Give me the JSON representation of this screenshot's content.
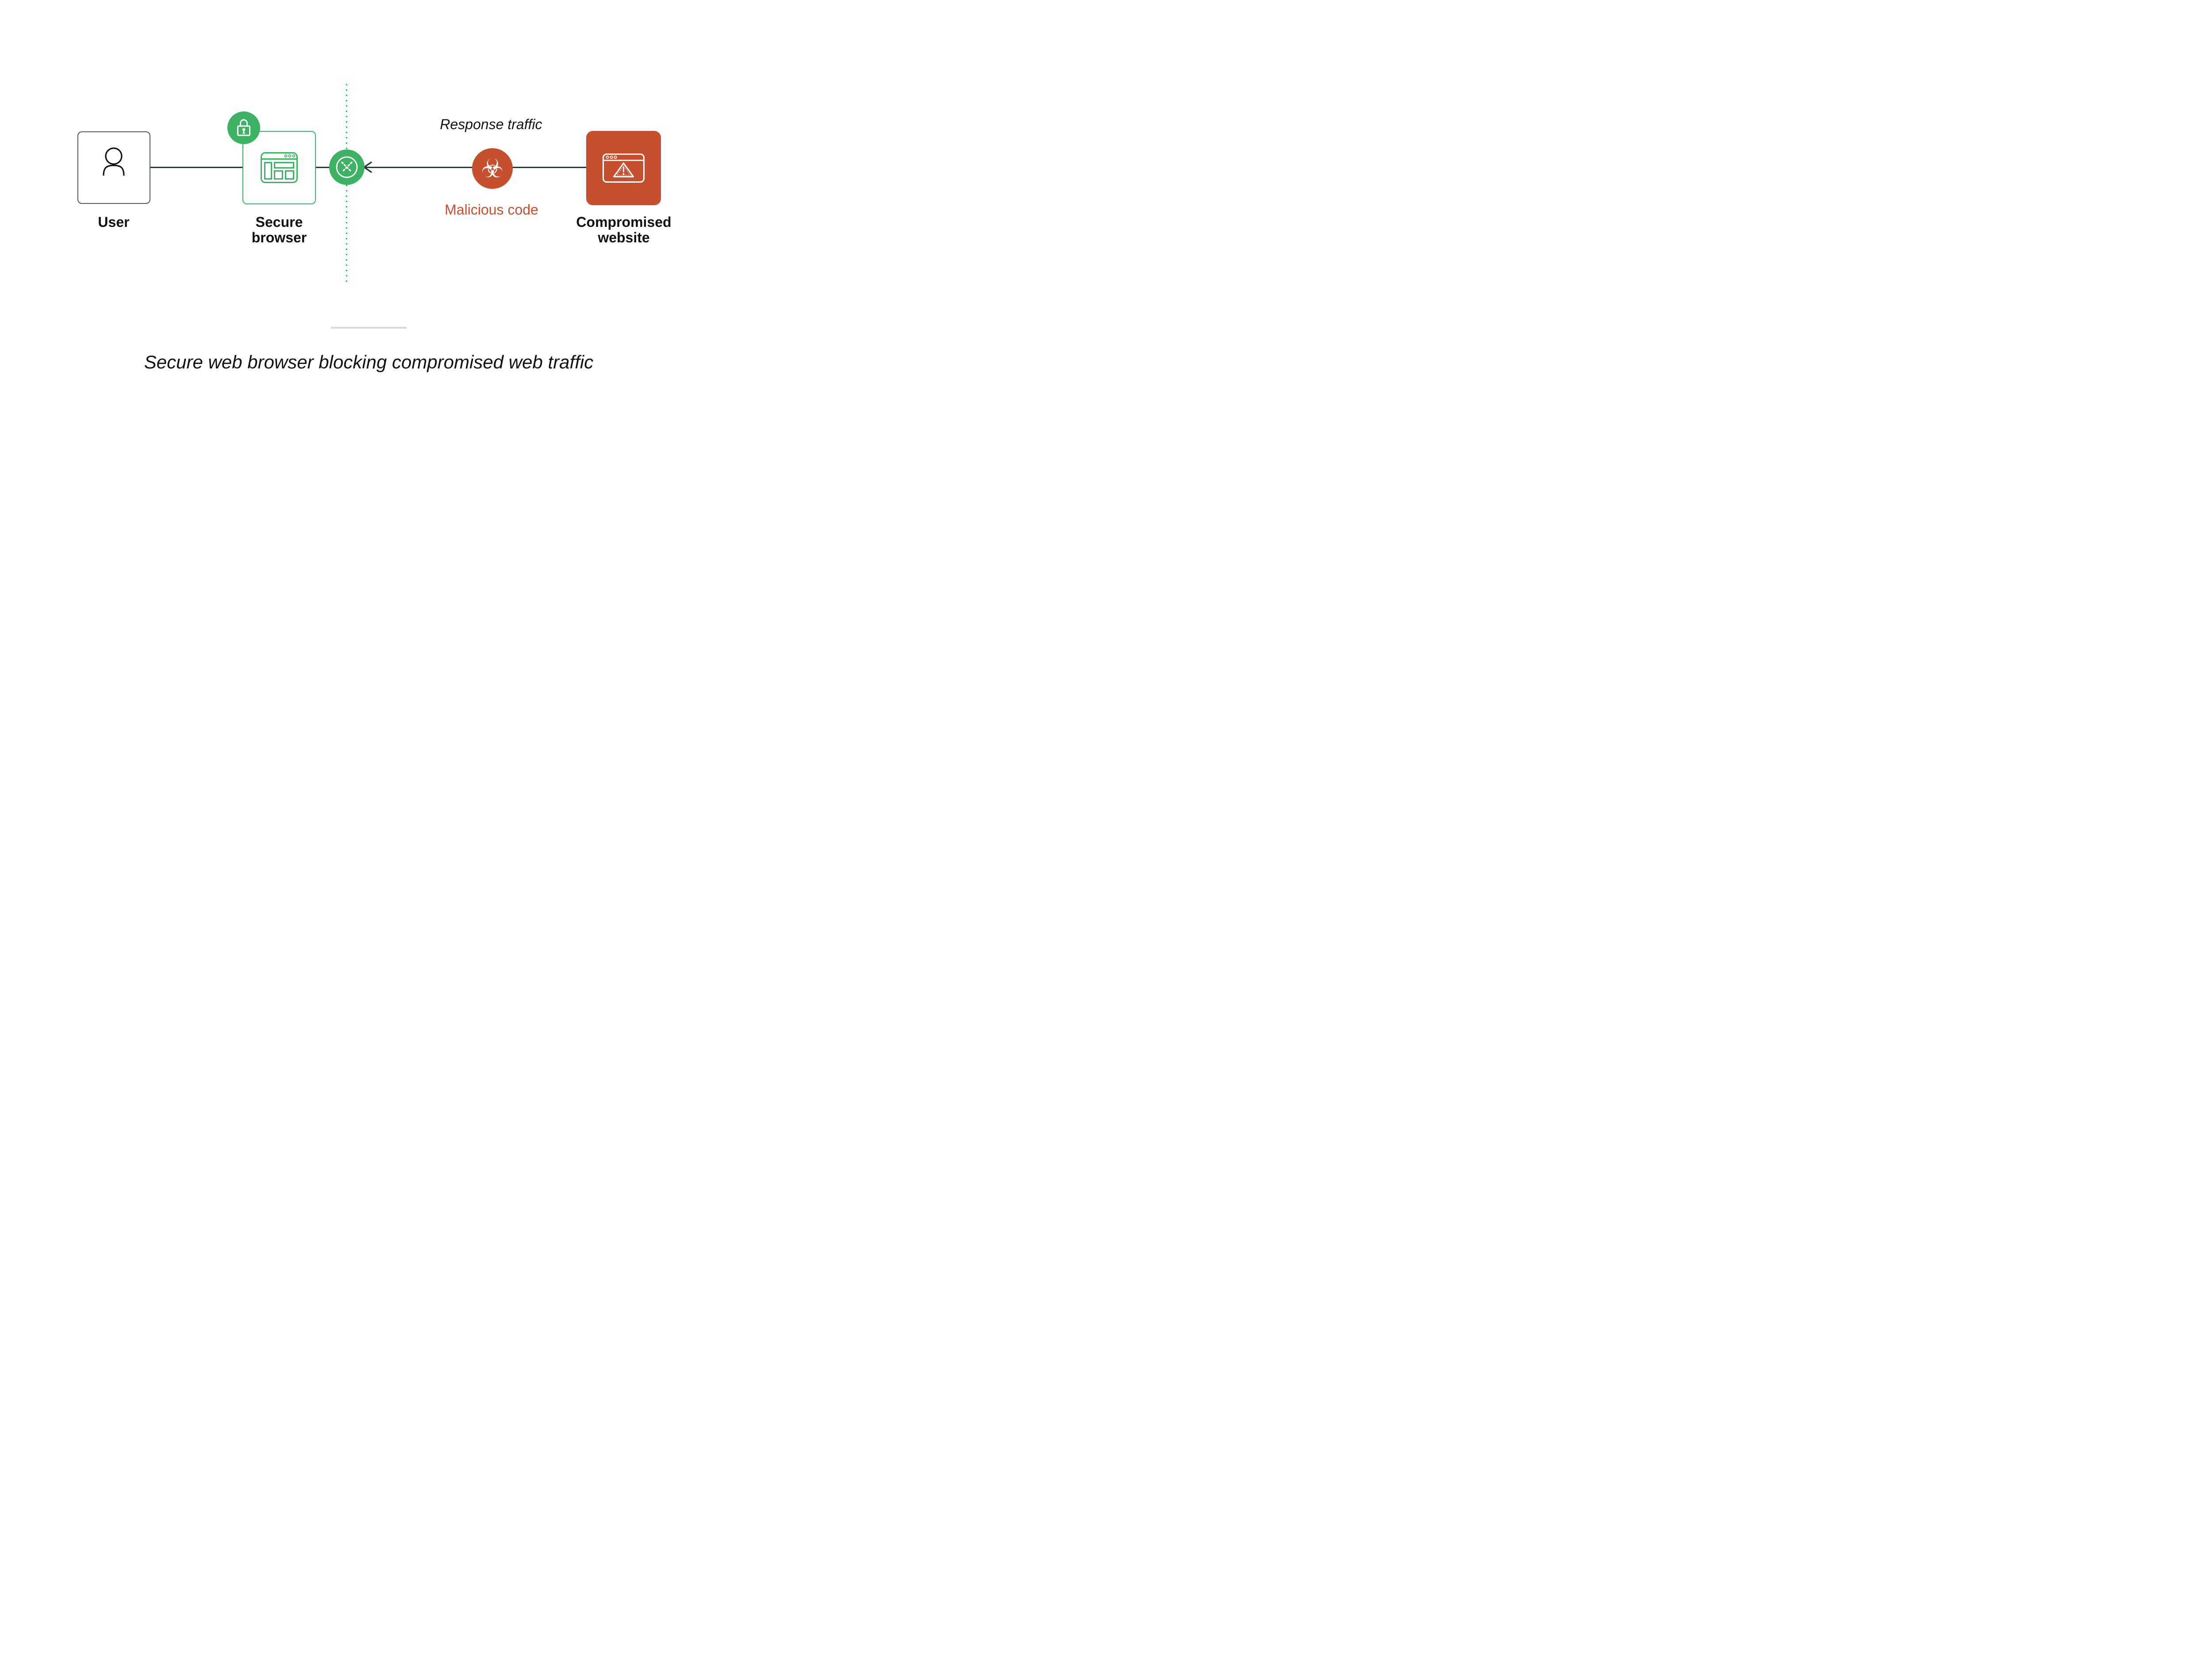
{
  "colors": {
    "green": "#3EB264",
    "red_orange": "#C6502E",
    "line_dark": "#24363F",
    "border_gray": "#55585A",
    "text_black": "#111213",
    "divider_gray": "#D9D9D9",
    "icon_white": "#FFFFFF"
  },
  "nodes": {
    "user": {
      "label": "User"
    },
    "secure_browser": {
      "label_lines": [
        "Secure",
        "browser"
      ]
    },
    "compromised_website": {
      "label_lines": [
        "Compromised",
        "website"
      ]
    }
  },
  "flow": {
    "response_traffic_label": "Response traffic",
    "malicious_code_label": "Malicious code"
  },
  "icons": {
    "user": "person-outline",
    "badge": "padlock",
    "secure_browser": "browser-window",
    "block": "dotted-x-in-circle",
    "malicious": "biohazard",
    "biohazard_glyph": "☣",
    "compromised_website": "browser-window-warning",
    "arrow": "left-chevron-arrowhead"
  },
  "caption": "Secure web browser blocking compromised web traffic"
}
